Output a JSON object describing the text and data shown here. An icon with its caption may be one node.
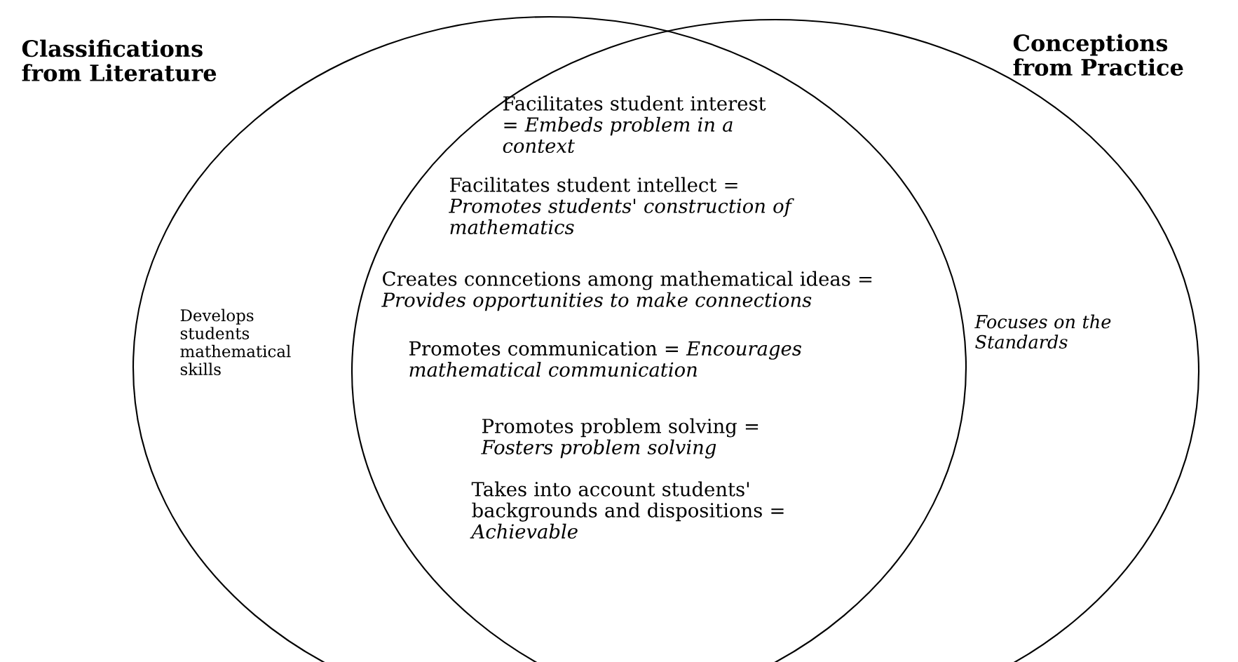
{
  "diagram": {
    "nodes": [
      {
        "text": [
          "Classifications from Literature",
          "Develops students mathematical skills"
        ]
      },
      {
        "text": [
          "Conceptions from Practice",
          "*Focuses on the Standards*"
        ]
      }
    ],
    "labels": [
      "Facilitates student interest = *Embeds problem in a context*",
      "Facilitates student intellect = *Promotes students' construction of mathematics*",
      "Creates conncetions among mathematical ideas = *Provides opportunities to make connections*",
      "Promotes communication = *Encourages mathematical communication*",
      "Promotes problem solving = *Fosters problem solving*",
      "Takes into account students' backgrounds and dispositions = *Achievable*"
    ]
  }
}
